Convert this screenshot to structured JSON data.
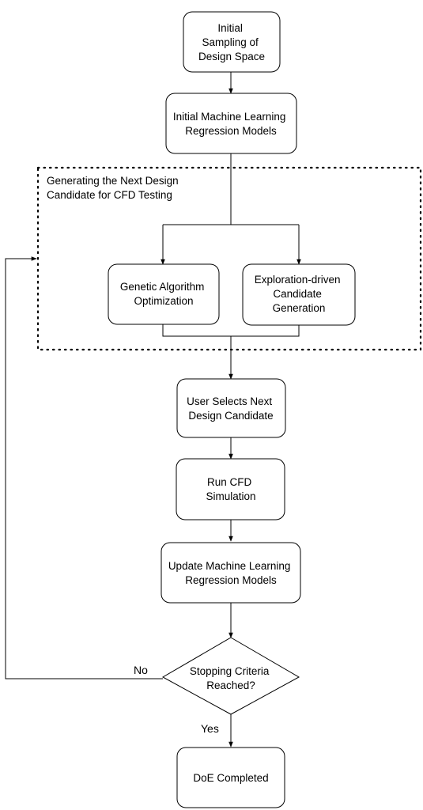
{
  "diagram": {
    "group": {
      "label_lines": [
        "Generating the Next Design",
        "Candidate for CFD Testing"
      ]
    },
    "nodes": {
      "initial_sampling": {
        "lines": [
          "Initial",
          "Sampling of",
          "Design Space"
        ]
      },
      "initial_ml": {
        "lines": [
          "Initial Machine Learning",
          "Regression Models"
        ]
      },
      "genetic_algorithm": {
        "lines": [
          "Genetic Algorithm",
          "Optimization"
        ]
      },
      "exploration": {
        "lines": [
          "Exploration-driven",
          "Candidate",
          "Generation"
        ]
      },
      "user_selects": {
        "lines": [
          "User Selects Next",
          "Design Candidate"
        ]
      },
      "run_cfd": {
        "lines": [
          "Run CFD",
          "Simulation"
        ]
      },
      "update_ml": {
        "lines": [
          "Update Machine Learning",
          "Regression Models"
        ]
      },
      "stopping": {
        "lines": [
          "Stopping Criteria",
          "Reached?"
        ]
      },
      "doe_completed": {
        "lines": [
          "DoE Completed"
        ]
      }
    },
    "edge_labels": {
      "no": "No",
      "yes": "Yes"
    }
  }
}
